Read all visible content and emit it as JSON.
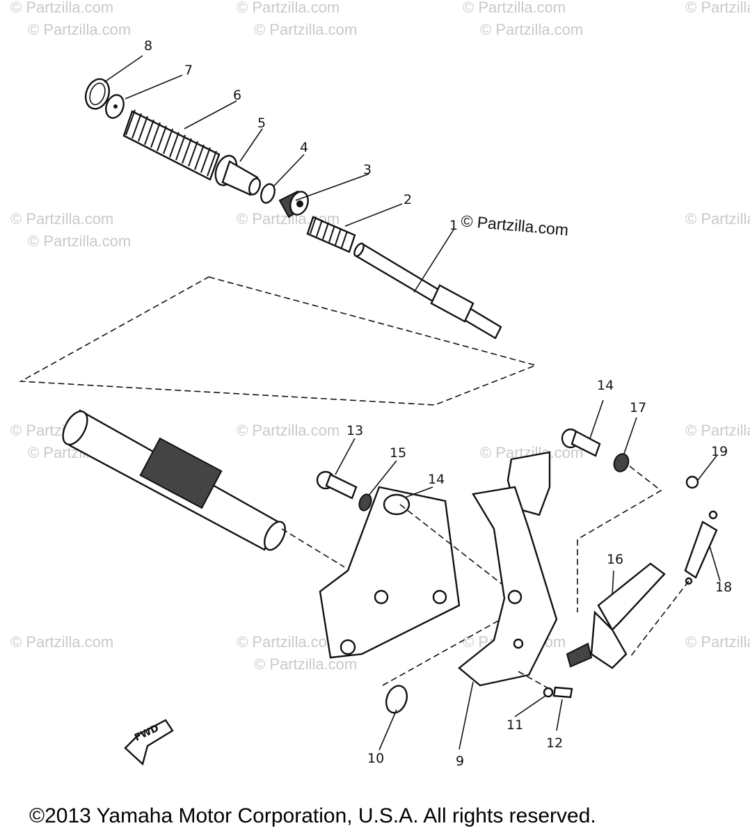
{
  "watermark_text": "© Partzilla.com",
  "parts": [
    {
      "number": "1"
    },
    {
      "number": "2"
    },
    {
      "number": "3"
    },
    {
      "number": "4"
    },
    {
      "number": "5"
    },
    {
      "number": "6"
    },
    {
      "number": "7"
    },
    {
      "number": "8"
    },
    {
      "number": "9"
    },
    {
      "number": "10"
    },
    {
      "number": "11"
    },
    {
      "number": "12"
    },
    {
      "number": "13"
    },
    {
      "number": "14"
    },
    {
      "number": "14"
    },
    {
      "number": "15"
    },
    {
      "number": "16"
    },
    {
      "number": "17"
    },
    {
      "number": "18"
    },
    {
      "number": "19"
    }
  ],
  "fwd_label": "FWD",
  "copyright": "©2013  Yamaha Motor Corporation, U.S.A. All rights reserved."
}
